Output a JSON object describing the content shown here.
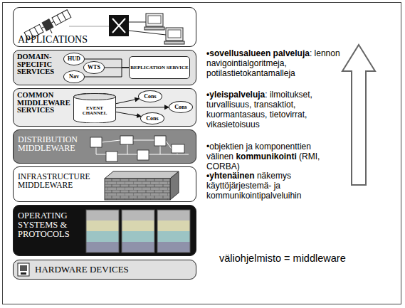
{
  "diagram": {
    "nodes": [
      {
        "text": [
          "APPLICATIONS"
        ]
      },
      {
        "text": [
          "DOMAIN- SPECIFIC SERVICES"
        ]
      },
      {
        "text": [
          "HUD"
        ],
        "in": 1
      },
      {
        "text": [
          "WTS"
        ],
        "in": 1
      },
      {
        "text": [
          "Nav"
        ],
        "in": 1
      },
      {
        "text": [
          "REPLICATION SERVICE"
        ],
        "in": 1
      },
      {
        "text": [
          "COMMON MIDDLEWARE SERVICES"
        ]
      },
      {
        "text": [
          "EVENT CHANNEL"
        ],
        "in": 6
      },
      {
        "text": [
          "Cons"
        ],
        "in": 6
      },
      {
        "text": [
          "Cons"
        ],
        "in": 6
      },
      {
        "text": [
          "Cons"
        ],
        "in": 6
      },
      {
        "text": [
          "DISTRIBUTION MIDDLEWARE"
        ]
      },
      {
        "text": [
          "INFRASTRUCTURE MIDDLEWARE"
        ]
      },
      {
        "text": [
          "OPERATING SYSTEMS & PROTOCOLS"
        ]
      },
      {
        "text": [
          "HARDWARE DEVICES"
        ]
      }
    ],
    "edges": [
      {
        "from": 2,
        "to": 5,
        "arrow": "none"
      },
      {
        "from": 3,
        "to": 5,
        "arrow": "none"
      },
      {
        "from": 4,
        "to": 5,
        "arrow": "none"
      },
      {
        "from": 7,
        "to": 8,
        "arrow": "to"
      },
      {
        "from": 7,
        "to": 9,
        "arrow": "to"
      },
      {
        "from": 7,
        "to": 10,
        "arrow": "to"
      }
    ],
    "labels": [
      "•sovellusalueen palveluja",
      ": lennon navigointialgoritmeja, potilastietokantamalleja",
      "•yleispalveluja",
      ": ilmoitukset, turvallisuus, transaktiot, kuormantasaus, tietovirrat, vikasietoisuus",
      "•objektien ja komponenttien välinen",
      "kommunikointi",
      "(RMI, CORBA)",
      "•yhtenäinen",
      "näkemys käyttöjärjestemä- ja kommunikointipalveluihin",
      "väliohjelmisto = middleware"
    ]
  }
}
